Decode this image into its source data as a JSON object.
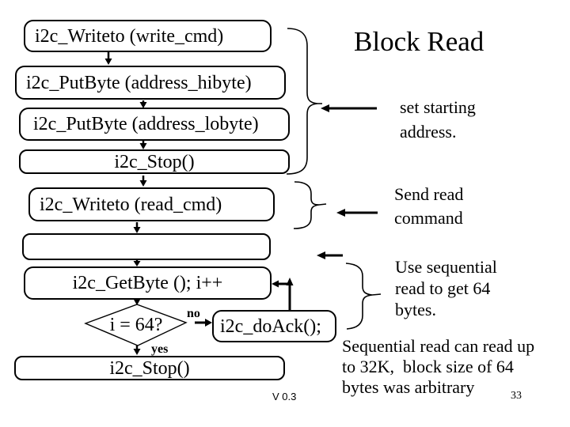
{
  "slide": {
    "title": "Block Read",
    "version_label": "V 0.3",
    "page_number": "33",
    "background_color": "#ffffff",
    "line_color": "#000000"
  },
  "flowchart": {
    "boxes": [
      {
        "label": "i2c_Writeto (write_cmd)"
      },
      {
        "label": "i2c_PutByte (address_hibyte)"
      },
      {
        "label": "i2c_PutByte (address_lobyte)"
      },
      {
        "label": "i2c_Stop()"
      },
      {
        "label": "i2c_Writeto (read_cmd)"
      },
      {
        "label": ""
      },
      {
        "label": "i2c_GetByte (); i++"
      },
      {
        "label": "i2c_doAck();"
      },
      {
        "label": "i2c_Stop()"
      }
    ],
    "decision": {
      "label": "i = 64?",
      "no_branch": "no",
      "yes_branch": "yes"
    }
  },
  "annotations": {
    "set_starting_address": "set starting\naddress.",
    "send_read_command": "Send read\ncommand",
    "use_sequential_read": "Use sequential\nread to get 64\nbytes.",
    "sequential_note": "Sequential read can read up\nto 32K,  block size of 64\nbytes was arbitrary"
  }
}
